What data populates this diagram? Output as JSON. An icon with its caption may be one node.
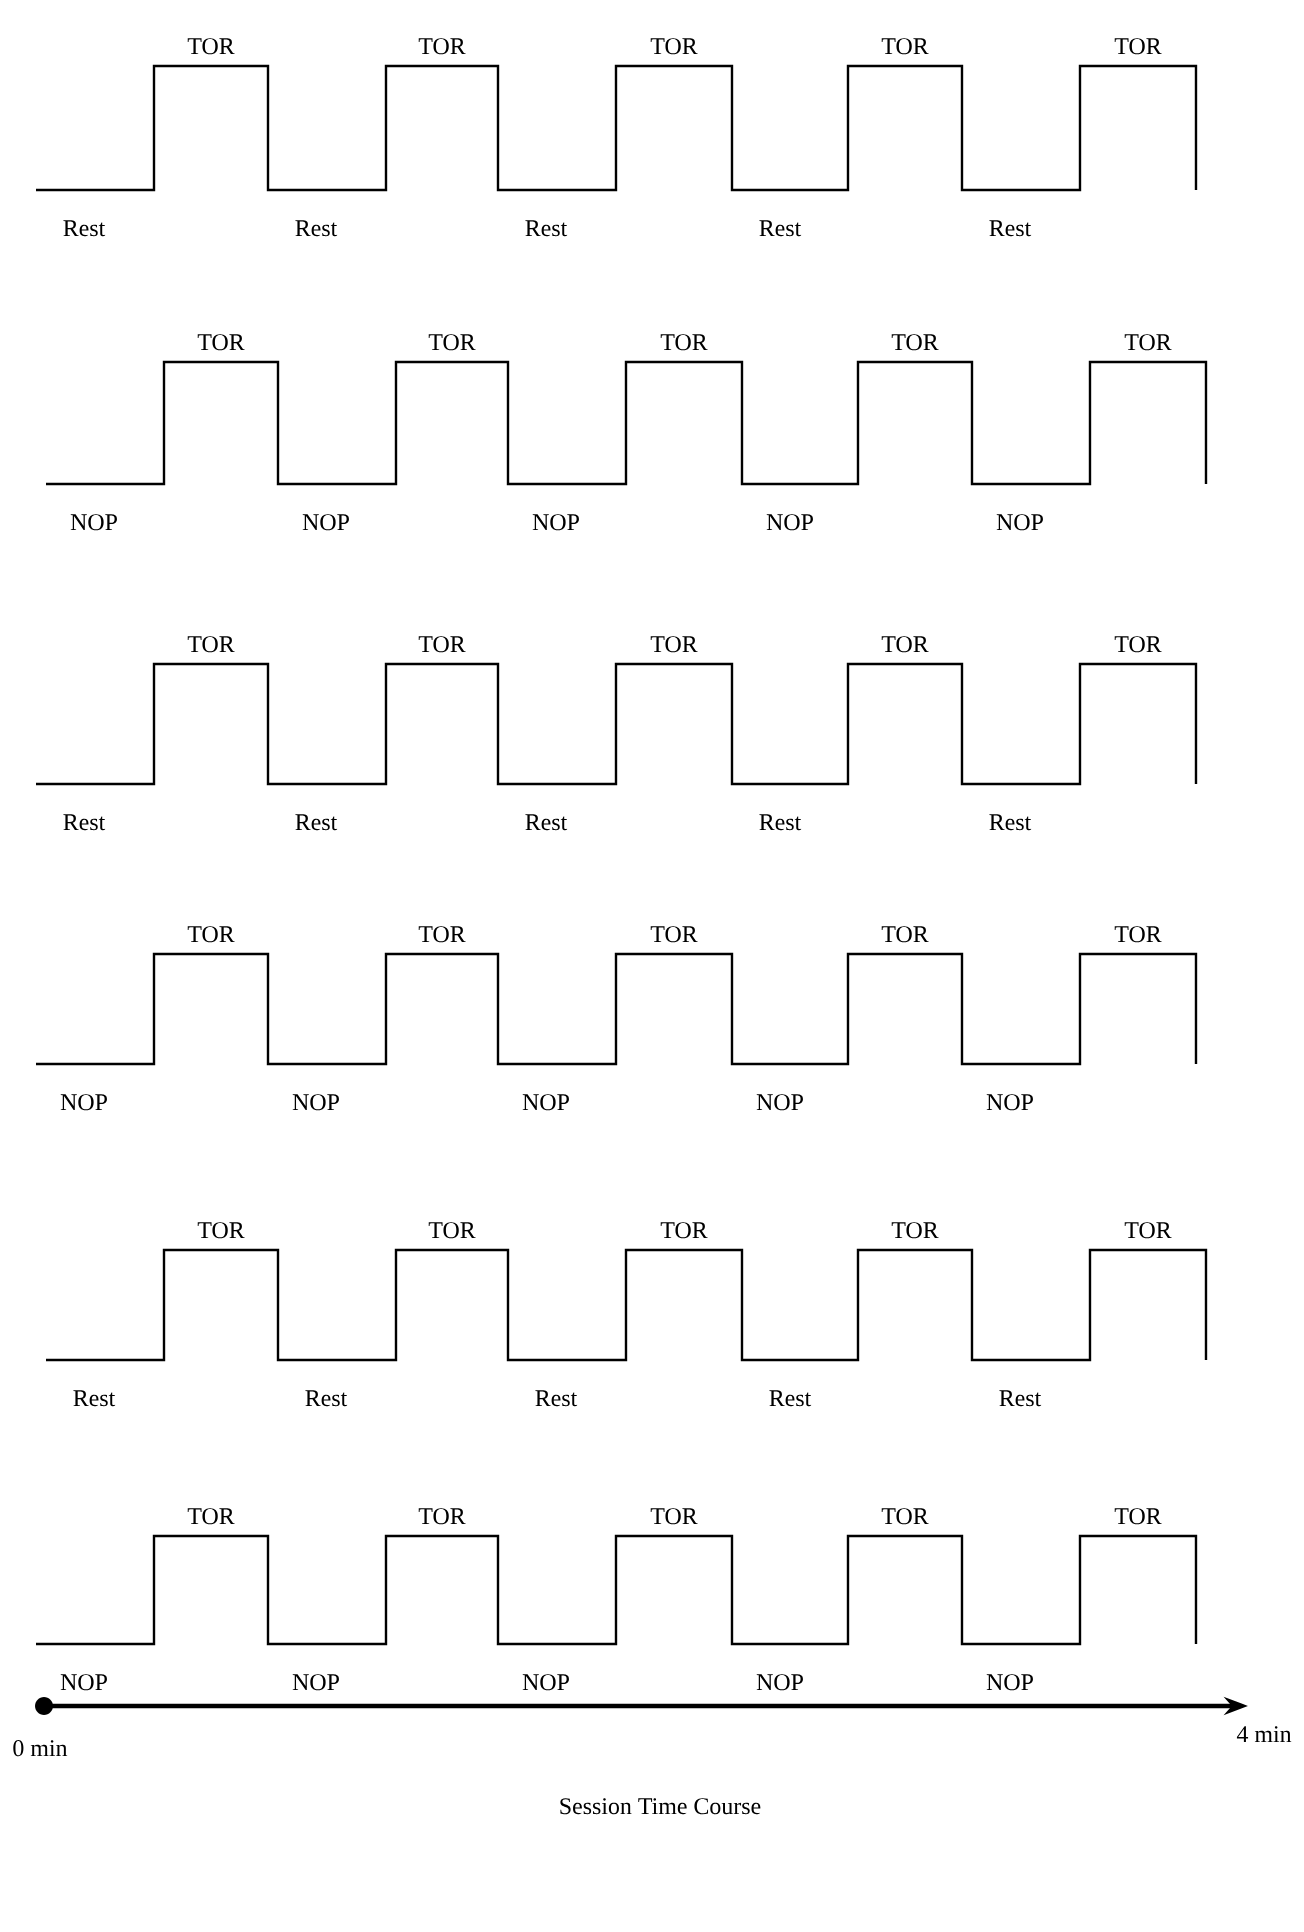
{
  "diagram": {
    "caption": "Session Time Course",
    "labels": [
      "TOR",
      "TOR",
      "TOR",
      "TOR",
      "TOR",
      "Rest",
      "Rest",
      "Rest",
      "Rest",
      "Rest",
      "TOR",
      "TOR",
      "TOR",
      "TOR",
      "TOR",
      "NOP",
      "NOP",
      "NOP",
      "NOP",
      "NOP",
      "TOR",
      "TOR",
      "TOR",
      "TOR",
      "TOR",
      "Rest",
      "Rest",
      "Rest",
      "Rest",
      "Rest",
      "TOR",
      "TOR",
      "TOR",
      "TOR",
      "TOR",
      "NOP",
      "NOP",
      "NOP",
      "NOP",
      "NOP",
      "TOR",
      "TOR",
      "TOR",
      "TOR",
      "TOR",
      "Rest",
      "Rest",
      "Rest",
      "Rest",
      "Rest",
      "TOR",
      "TOR",
      "TOR",
      "TOR",
      "TOR",
      "NOP",
      "NOP",
      "NOP",
      "NOP",
      "NOP",
      "0 min",
      "4 min"
    ]
  }
}
